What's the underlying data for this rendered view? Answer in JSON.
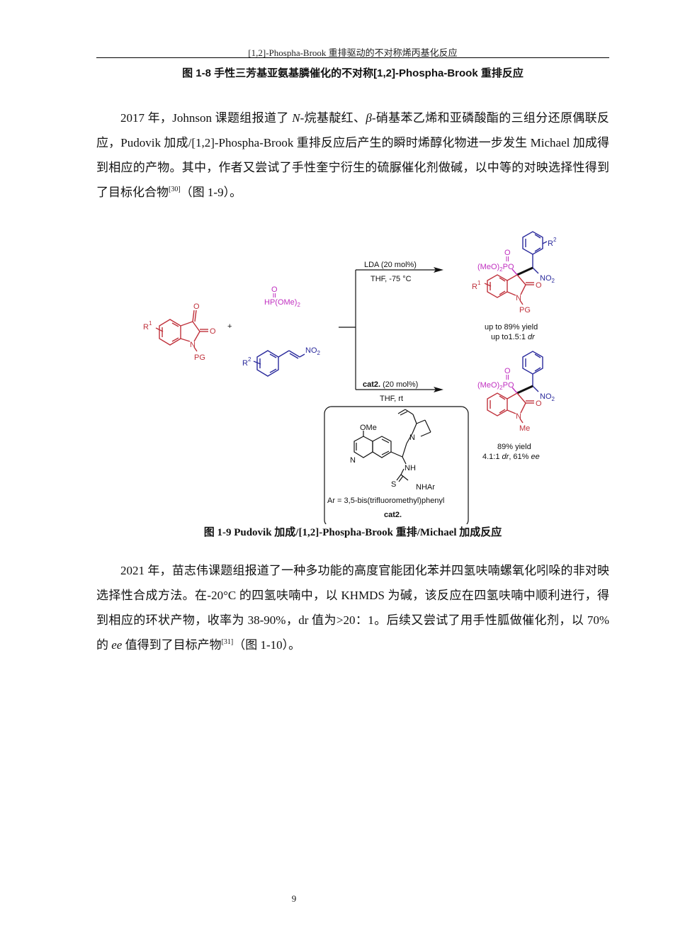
{
  "running_header": "[1,2]-Phospha-Brook 重排驱动的不对称烯丙基化反应",
  "figure_1_8_caption": "图 1-8 手性三芳基亚氨基膦催化的不对称[1,2]-Phospha-Brook 重排反应",
  "paragraph_1": {
    "seg1": "2017 年，Johnson 课题组报道了 ",
    "italic_n": "N",
    "seg2": "-烷基靛红、",
    "italic_beta": "β",
    "seg3": "-硝基苯乙烯和亚磷酸酯的三组分还原偶联反应，Pudovik 加成/[1,2]-Phospha-Brook 重排反应后产生的瞬时烯醇化物进一步发生 Michael 加成得到相应的产物。其中，作者又尝试了手性奎宁衍生的硫脲催化剂做碱，以中等的对映选择性得到了目标化合物",
    "ref": "[30]",
    "seg4": "（图 1-9）。"
  },
  "scheme": {
    "colors": {
      "isatin": "#c0323c",
      "nitrostyrene": "#2a2a9c",
      "phosphite": "#c030c0",
      "black": "#111111"
    },
    "isatin": {
      "r1": "R",
      "r1_sup": "1",
      "o_top": "O",
      "o_right": "O",
      "n": "N",
      "pg": "PG"
    },
    "plus": "+",
    "phosphite": {
      "o": "O",
      "formula": "HP(OMe)",
      "sub": "2"
    },
    "nitrostyrene": {
      "r2": "R",
      "r2_sup": "2",
      "no2": "NO",
      "no2_sub": "2"
    },
    "upper_conditions": {
      "line1": "LDA (20 mol%)",
      "line2": "THF, -75 °C"
    },
    "lower_conditions": {
      "cat": "cat2.",
      "line1_rest": " (20 mol%)",
      "line2": "THF, rt"
    },
    "product_1": {
      "meo": "(MeO)",
      "meo_sub": "2",
      "po": "PO",
      "o_p": "O",
      "r2": "R",
      "r2_sup": "2",
      "no2": "NO",
      "no2_sub": "2",
      "r1": "R",
      "r1_sup": "1",
      "o": "O",
      "n": "N",
      "pg": "PG",
      "yield": "up to 89% yield",
      "dr_prefix": "up to1.5:1 ",
      "dr": "dr"
    },
    "product_2": {
      "meo": "(MeO)",
      "meo_sub": "2",
      "po": "PO",
      "o_p": "O",
      "no2": "NO",
      "no2_sub": "2",
      "o": "O",
      "n": "N",
      "me": "Me",
      "yield": "89% yield",
      "dr_prefix": "4.1:1 ",
      "dr": "dr",
      "ee_prefix": ", 61% ",
      "ee": "ee"
    },
    "catalyst": {
      "ome": "OMe",
      "n_quin": "N",
      "n_quinuclidine": "N",
      "nh": "NH",
      "s": "S",
      "nhar": "NHAr",
      "ar_def": "Ar =  3,5-bis(trifluoromethyl)phenyl",
      "label": "cat2."
    }
  },
  "figure_1_9_caption": "图 1-9 Pudovik 加成/[1,2]-Phospha-Brook 重排/Michael 加成反应",
  "paragraph_2": {
    "seg1": "2021 年，苗志伟课题组报道了一种多功能的高度官能团化苯并四氢呋喃螺氧化吲哚的非对映选择性合成方法。在-20°C 的四氢呋喃中，以 KHMDS 为碱，该反应在四氢呋喃中顺利进行，得到相应的环状产物，收率为 38-90%，dr 值为>20：1。后续又尝试了用手性胍做催化剂，以 70%的 ",
    "italic_ee": "ee",
    "seg2": " 值得到了目标产物",
    "ref": "[31]",
    "seg3": "（图 1-10）。"
  },
  "page_number": "9"
}
